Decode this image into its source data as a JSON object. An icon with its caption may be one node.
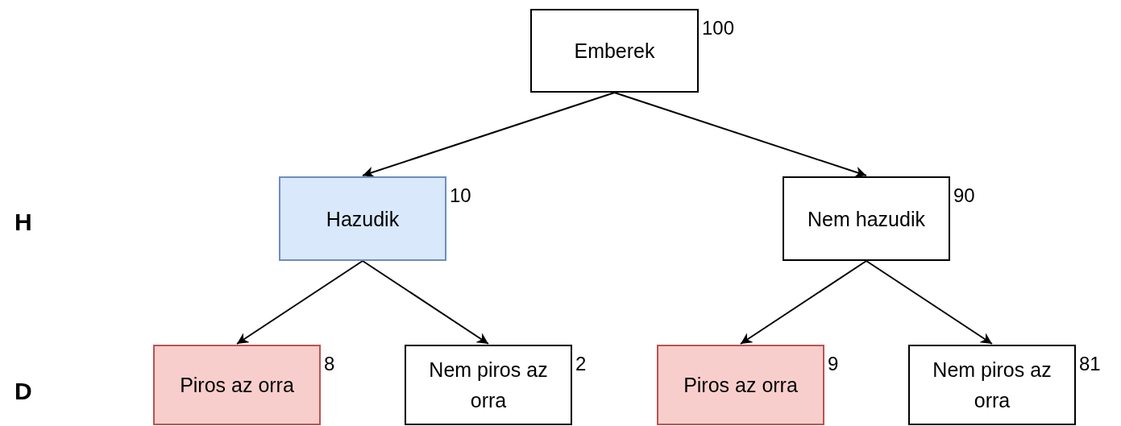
{
  "diagram": {
    "nodes": [
      {
        "text": [
          "Emberek"
        ],
        "beside": [
          "100"
        ]
      },
      {
        "text": [
          "Hazudik"
        ],
        "beside": [
          "10"
        ]
      },
      {
        "text": [
          "Nem hazudik"
        ],
        "beside": [
          "90"
        ]
      },
      {
        "text": [
          "Piros az orra"
        ],
        "beside": [
          "8"
        ]
      },
      {
        "text": [
          "Nem piros az orra"
        ],
        "beside": [
          "2"
        ]
      },
      {
        "text": [
          "Piros az orra"
        ],
        "beside": [
          "9"
        ]
      },
      {
        "text": [
          "Nem piros az orra"
        ],
        "beside": [
          "81"
        ]
      }
    ],
    "edges": [
      {
        "from": 0,
        "to": 1,
        "arrow": "to"
      },
      {
        "from": 0,
        "to": 2,
        "arrow": "to"
      },
      {
        "from": 1,
        "to": 3,
        "arrow": "to"
      },
      {
        "from": 1,
        "to": 4,
        "arrow": "to"
      },
      {
        "from": 2,
        "to": 5,
        "arrow": "to"
      },
      {
        "from": 2,
        "to": 6,
        "arrow": "to"
      }
    ],
    "labels": [
      "H",
      "D"
    ]
  }
}
